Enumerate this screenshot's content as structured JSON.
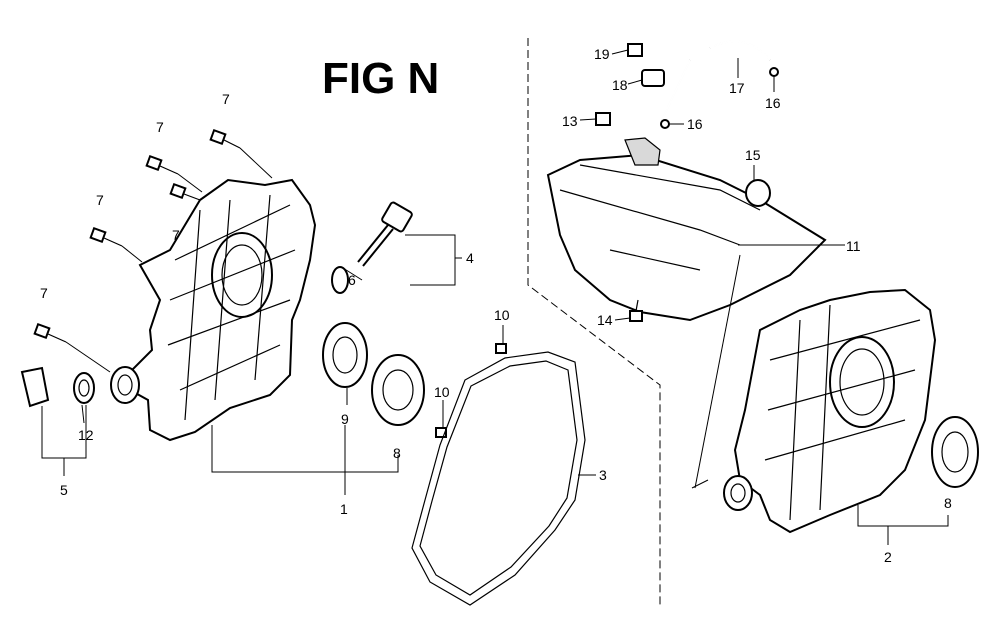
{
  "figure": {
    "title": "FIG N"
  },
  "callouts": {
    "c1": "1",
    "c2": "2",
    "c3": "3",
    "c4": "4",
    "c5": "5",
    "c6": "6",
    "c7a": "7",
    "c7b": "7",
    "c7c": "7",
    "c7d": "7",
    "c7e": "7",
    "c8a": "8",
    "c8b": "8",
    "c9": "9",
    "c10a": "10",
    "c10b": "10",
    "c11": "11",
    "c12": "12",
    "c13": "13",
    "c14": "14",
    "c15": "15",
    "c16a": "16",
    "c16b": "16",
    "c17": "17",
    "c18": "18",
    "c19": "19"
  }
}
